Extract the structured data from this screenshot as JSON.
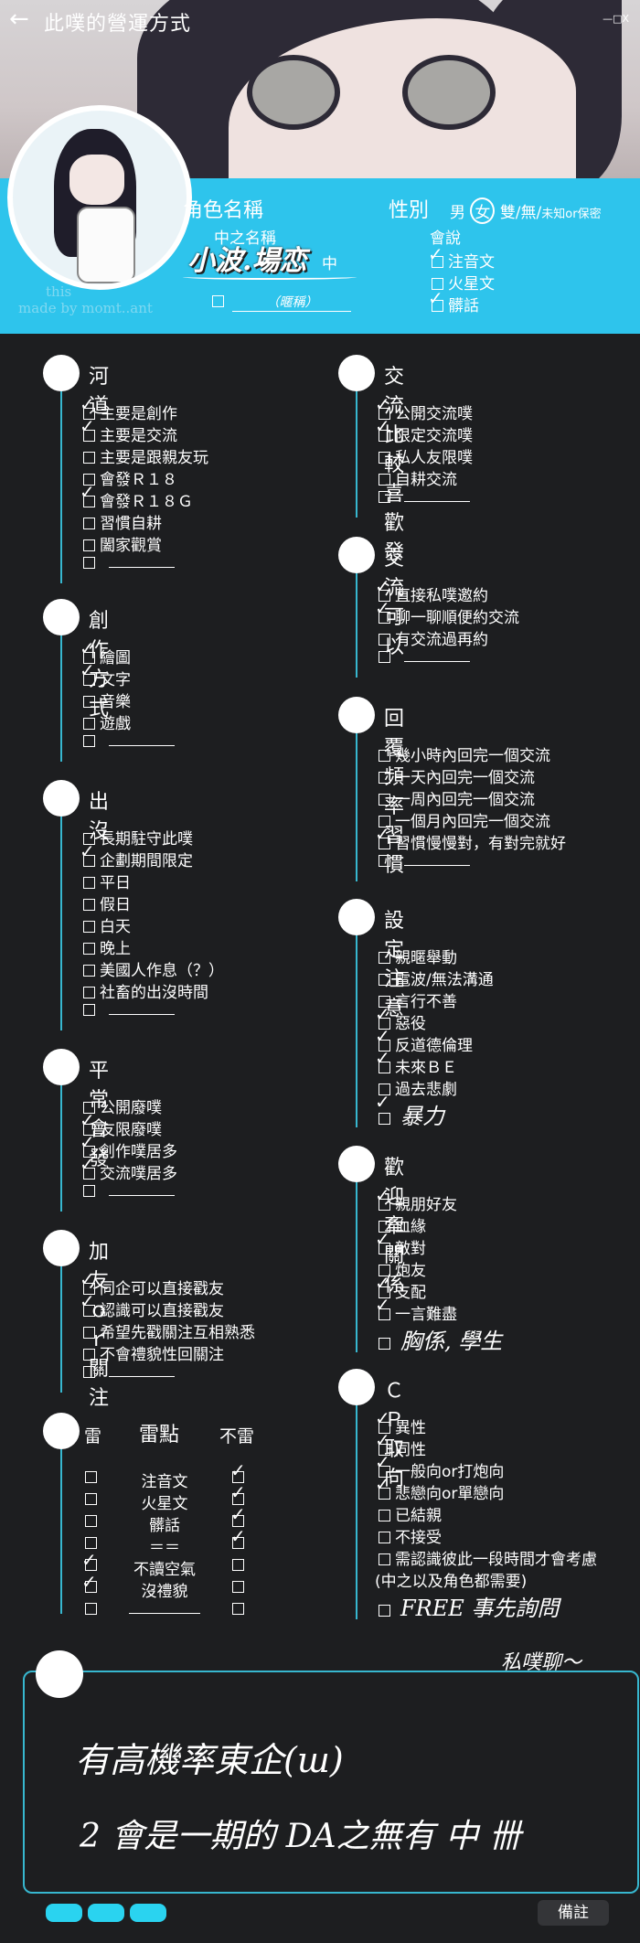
{
  "header": {
    "back_icon": "←",
    "title": "此噗的營運方式",
    "window_controls": "—□X"
  },
  "watermark": [
    "this",
    "made by momt..ant"
  ],
  "profile": {
    "name_label": "角色名稱",
    "chinese_name": "中之名稱",
    "zhong_char": "中",
    "nickname_hand": "小波.場恋",
    "nickname_tag": "（暱稱）",
    "gender_label": "性別",
    "gender_options": "男",
    "gender_selected": "女",
    "gender_rest": "雙/無/",
    "gender_small": "未知or保密",
    "speak_label": "會說",
    "speak": [
      {
        "label": "注音文",
        "checked": true
      },
      {
        "label": "火星文",
        "checked": false
      },
      {
        "label": "髒話",
        "checked": true
      }
    ]
  },
  "left_sections": [
    {
      "title": "河道",
      "items": [
        {
          "label": "主要是創作",
          "checked": true
        },
        {
          "label": "主要是交流",
          "checked": true
        },
        {
          "label": "主要是跟親友玩",
          "checked": false
        },
        {
          "label": "會發Ｒ１８",
          "checked": false
        },
        {
          "label": "會發Ｒ１８Ｇ",
          "checked": true
        },
        {
          "label": "習慣自耕",
          "checked": false
        },
        {
          "label": "闔家觀賞",
          "checked": false
        },
        {
          "label": "",
          "checked": false,
          "blank": true
        }
      ]
    },
    {
      "title": "創作方式",
      "items": [
        {
          "label": "繪圖",
          "checked": true
        },
        {
          "label": "文字",
          "checked": true
        },
        {
          "label": "音樂",
          "checked": false
        },
        {
          "label": "遊戲",
          "checked": false
        },
        {
          "label": "",
          "checked": false,
          "blank": true
        }
      ]
    },
    {
      "title": "出沒",
      "items": [
        {
          "label": "長期駐守此噗",
          "checked": false
        },
        {
          "label": "企劃期間限定",
          "checked": true
        },
        {
          "label": "平日",
          "checked": false
        },
        {
          "label": "假日",
          "checked": false
        },
        {
          "label": "白天",
          "checked": false
        },
        {
          "label": "晚上",
          "checked": false
        },
        {
          "label": "美國人作息（？）",
          "checked": false
        },
        {
          "label": "社畜的出沒時間",
          "checked": false
        },
        {
          "label": "",
          "checked": false,
          "blank": true
        }
      ]
    },
    {
      "title": "平常會發",
      "items": [
        {
          "label": "公開廢噗",
          "checked": false
        },
        {
          "label": "友限廢噗",
          "checked": true
        },
        {
          "label": "創作噗居多",
          "checked": true
        },
        {
          "label": "交流噗居多",
          "checked": true
        },
        {
          "label": "",
          "checked": false,
          "blank": true
        }
      ]
    },
    {
      "title": "加友ｏｒ關注",
      "items": [
        {
          "label": "同企可以直接戳友",
          "checked": true
        },
        {
          "label": "認識可以直接戳友",
          "checked": true
        },
        {
          "label": "希望先戳關注互相熟悉",
          "checked": false
        },
        {
          "label": "不會禮貌性回關注",
          "checked": false
        },
        {
          "label": "",
          "checked": false,
          "blank": true
        }
      ]
    }
  ],
  "triggers": {
    "title": "雷",
    "col_mid": "雷點",
    "col_right": "不雷",
    "rows": [
      {
        "label": "注音文",
        "lei": false,
        "bulei": true
      },
      {
        "label": "火星文",
        "lei": false,
        "bulei": true
      },
      {
        "label": "髒話",
        "lei": false,
        "bulei": true
      },
      {
        "label": "＝＝",
        "lei": false,
        "bulei": true
      },
      {
        "label": "不讀空氣",
        "lei": true,
        "bulei": false
      },
      {
        "label": "沒禮貌",
        "lei": true,
        "bulei": false
      },
      {
        "label": "",
        "lei": false,
        "bulei": false,
        "blank": true
      }
    ]
  },
  "right_sections": [
    {
      "title": "交流比較喜歡發",
      "items": [
        {
          "label": "公開交流噗",
          "checked": true
        },
        {
          "label": "限定交流噗",
          "checked": true
        },
        {
          "label": "私人友限噗",
          "checked": false
        },
        {
          "label": "自耕交流",
          "checked": false
        },
        {
          "label": "",
          "checked": false,
          "blank": true
        }
      ]
    },
    {
      "title": "交流可以",
      "items": [
        {
          "label": "直接私噗邀約",
          "checked": true
        },
        {
          "label": "聊一聊順便約交流",
          "checked": true
        },
        {
          "label": "有交流過再約",
          "checked": false
        },
        {
          "label": "",
          "checked": false,
          "blank": true
        }
      ]
    },
    {
      "title": "回覆頻率習慣",
      "items": [
        {
          "label": "幾小時內回完一個交流",
          "checked": false
        },
        {
          "label": "一天內回完一個交流",
          "checked": false
        },
        {
          "label": "一周內回完一個交流",
          "checked": false
        },
        {
          "label": "一個月內回完一個交流",
          "checked": false
        },
        {
          "label": "習慣慢慢對，有對完就好",
          "checked": true
        },
        {
          "label": "",
          "checked": false,
          "blank": true
        }
      ]
    },
    {
      "title": "設定注意",
      "items": [
        {
          "label": "親暱舉動",
          "checked": false
        },
        {
          "label": "電波/無法溝通",
          "checked": false
        },
        {
          "label": "言行不善",
          "checked": false
        },
        {
          "label": "惡役",
          "checked": true
        },
        {
          "label": "反道德倫理",
          "checked": true
        },
        {
          "label": "未來ＢＥ",
          "checked": true
        },
        {
          "label": "過去悲劇",
          "checked": false
        },
        {
          "label": "",
          "checked": true,
          "hand": "暴力"
        }
      ]
    },
    {
      "title": "歡迎牽關係",
      "items": [
        {
          "label": "親朋好友",
          "checked": true
        },
        {
          "label": "血緣",
          "checked": false
        },
        {
          "label": "敵對",
          "checked": true
        },
        {
          "label": "炮友",
          "checked": false
        },
        {
          "label": "支配",
          "checked": true
        },
        {
          "label": "一言難盡",
          "checked": true
        },
        {
          "label": "",
          "checked": false,
          "hand": "胸係, 學生"
        }
      ]
    },
    {
      "title": "ＣＰ取向",
      "items": [
        {
          "label": "異性",
          "checked": true
        },
        {
          "label": "同性",
          "checked": true
        },
        {
          "label": "一般向or打炮向",
          "checked": true
        },
        {
          "label": "悲戀向or單戀向",
          "checked": true
        },
        {
          "label": "已結親",
          "checked": false
        },
        {
          "label": "不接受",
          "checked": false
        },
        {
          "label": "需認識彼此一段時間才會考慮",
          "checked": false
        },
        {
          "label": "(中之以及角色都需要)",
          "checked": false,
          "nobox": true
        },
        {
          "label": "",
          "checked": false,
          "hand": "FREE 事先詢問"
        }
      ]
    }
  ],
  "cp_extra_hand": "私噗聊～",
  "note": {
    "line1": "有高機率東企(ш)",
    "line2": "2 會是一期的 DA之無有 中 卌",
    "button": "備註"
  }
}
